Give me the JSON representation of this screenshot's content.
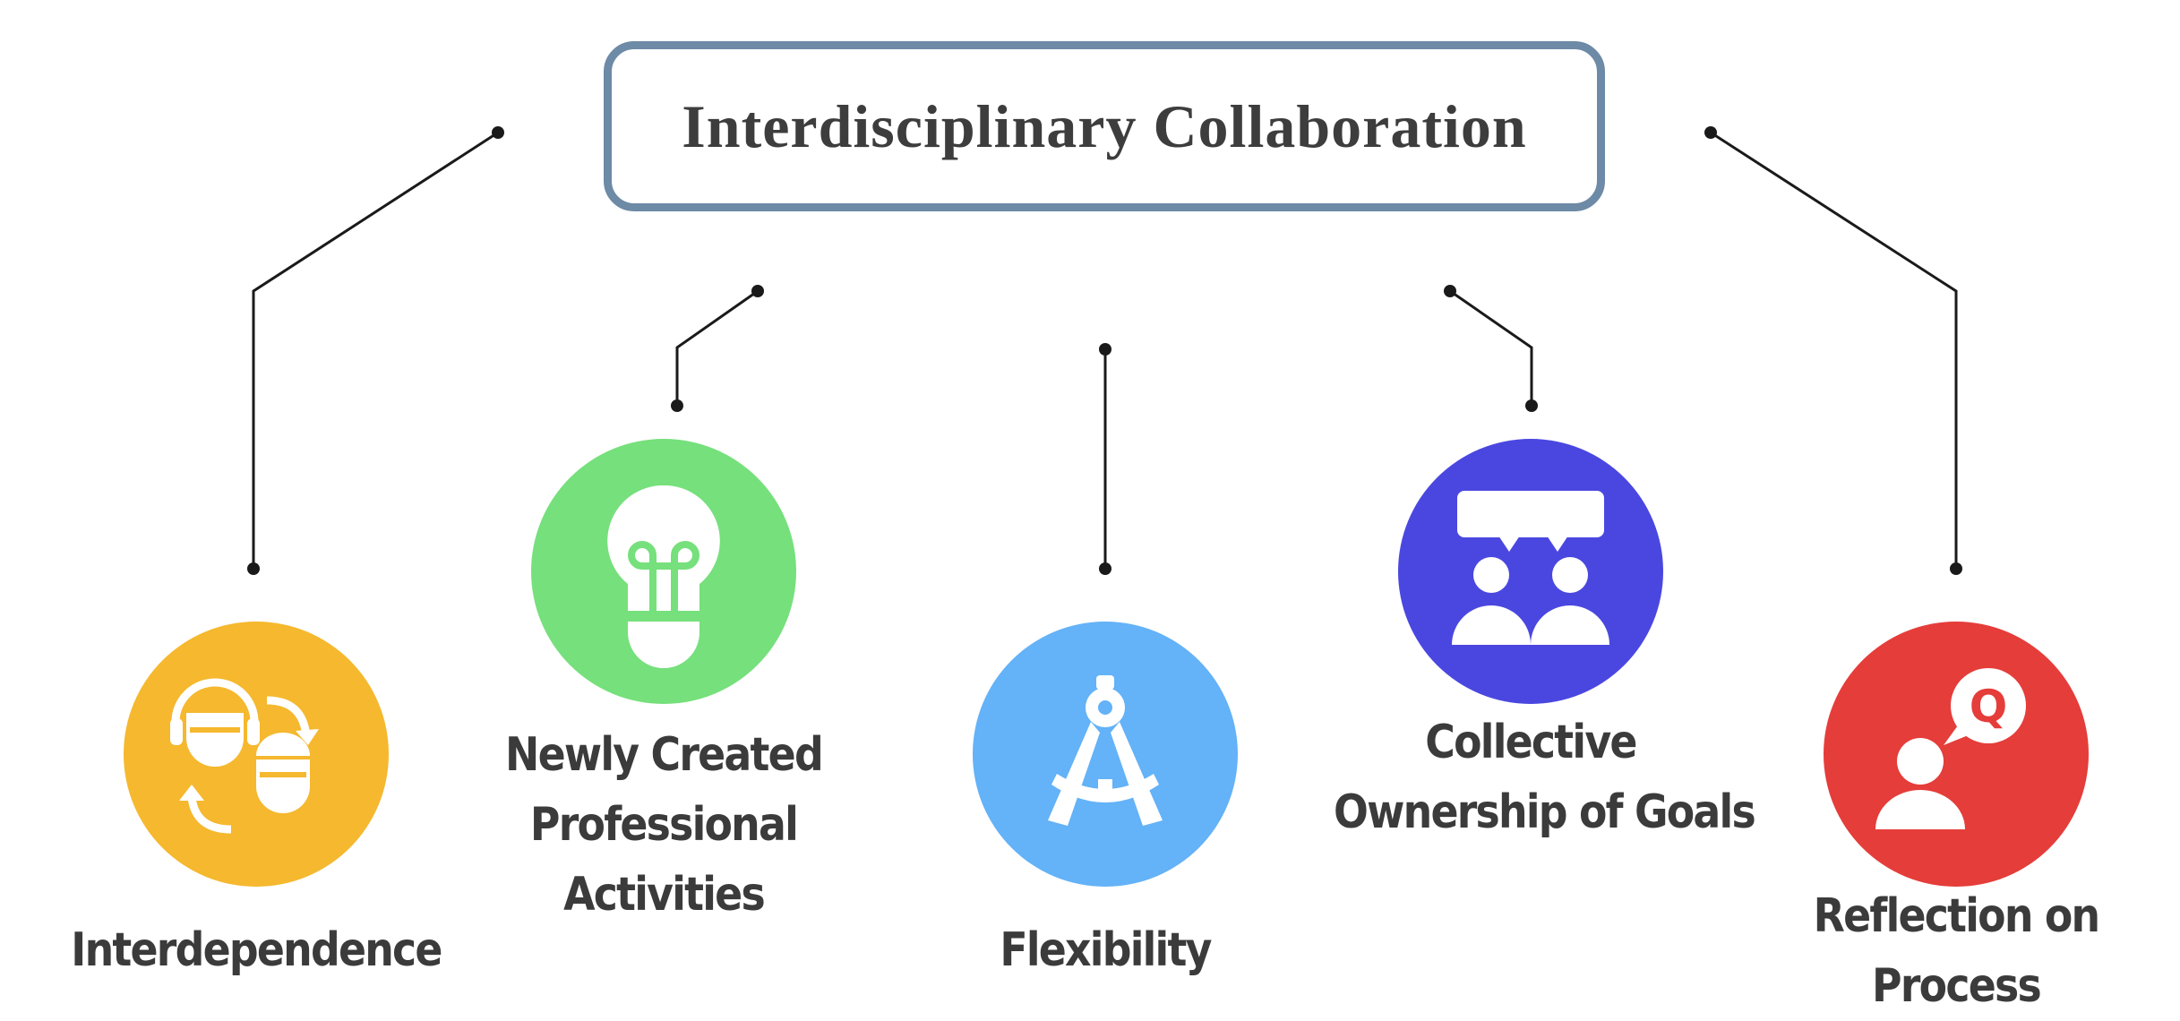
{
  "title": "Interdisciplinary Collaboration",
  "nodes": [
    {
      "label_lines": [
        "Interdependence"
      ],
      "color": "#f5b82e",
      "icon": "people-exchange-icon"
    },
    {
      "label_lines": [
        "Newly Created",
        "Professional",
        "Activities"
      ],
      "color": "#76e07c",
      "icon": "lightbulb-icon"
    },
    {
      "label_lines": [
        "Flexibility"
      ],
      "color": "#64b2f7",
      "icon": "compass-icon"
    },
    {
      "label_lines": [
        "Collective",
        "Ownership of Goals"
      ],
      "color": "#4a47e0",
      "icon": "group-chat-icon"
    },
    {
      "label_lines": [
        "Reflection on",
        "Process"
      ],
      "color": "#e53d3a",
      "icon": "question-bubble-icon"
    }
  ],
  "colors": {
    "title_border": "#6d8aa6",
    "connector": "#1a1a1a",
    "text": "#3b3b3b"
  }
}
